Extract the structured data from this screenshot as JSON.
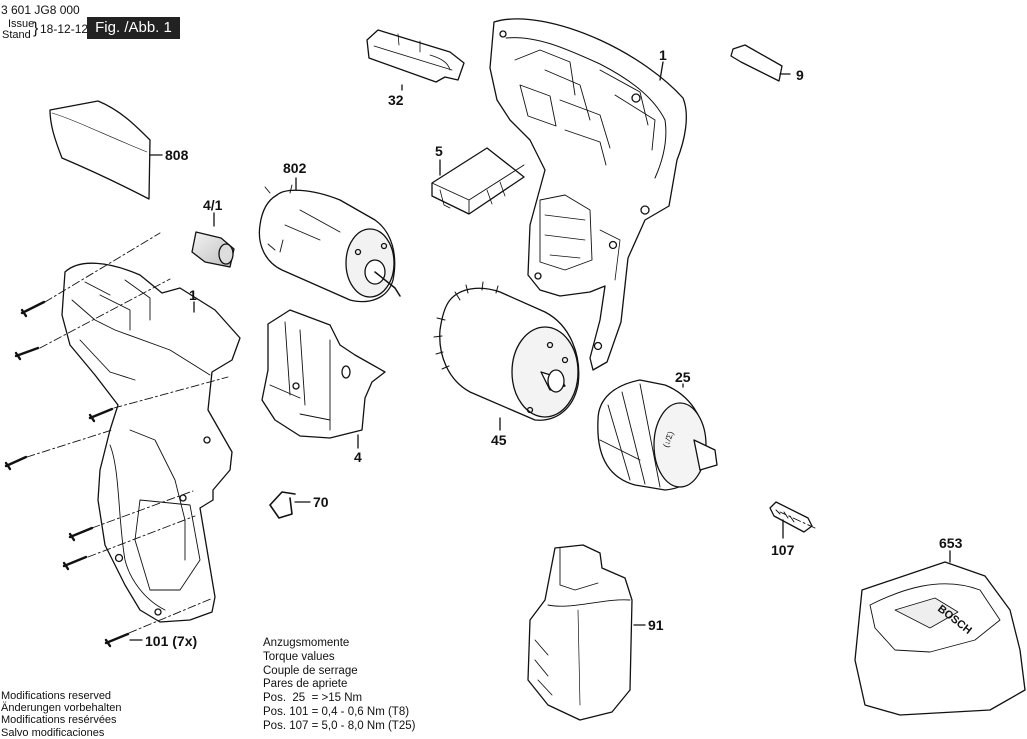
{
  "header": {
    "part_number": "3 601 JG8 000",
    "issue_label": "Issue",
    "stand_label": "Stand",
    "date": "18-12-12",
    "figure": "Fig. /Abb. 1"
  },
  "parts": [
    {
      "id": "p1a",
      "label": "1"
    },
    {
      "id": "p1b",
      "label": "1"
    },
    {
      "id": "p4_1",
      "label": "4/1"
    },
    {
      "id": "p4",
      "label": "4"
    },
    {
      "id": "p5",
      "label": "5"
    },
    {
      "id": "p9",
      "label": "9"
    },
    {
      "id": "p25",
      "label": "25"
    },
    {
      "id": "p32",
      "label": "32"
    },
    {
      "id": "p45",
      "label": "45"
    },
    {
      "id": "p70",
      "label": "70"
    },
    {
      "id": "p91",
      "label": "91"
    },
    {
      "id": "p101",
      "label": "101 (7x)"
    },
    {
      "id": "p107",
      "label": "107"
    },
    {
      "id": "p653",
      "label": "653"
    },
    {
      "id": "p802",
      "label": "802"
    },
    {
      "id": "p808",
      "label": "808"
    }
  ],
  "torque": {
    "lines": [
      "Anzugsmomente",
      "Torque values",
      "Couple de serrage",
      "Pares de apriete",
      "Pos.  25  = >15 Nm",
      "Pos. 101 = 0,4 - 0,6 Nm (T8)",
      "Pos. 107 = 5,0 - 8,0 Nm (T25)"
    ]
  },
  "modifications": {
    "lines": [
      "Modifications reserved",
      "Änderungen vorbehalten",
      "Modifications resérvées",
      "Salvo modificaciones"
    ]
  },
  "embossed": {
    "chuck_text": "(↓/Σ)",
    "charger_brand": "BOSCH"
  }
}
